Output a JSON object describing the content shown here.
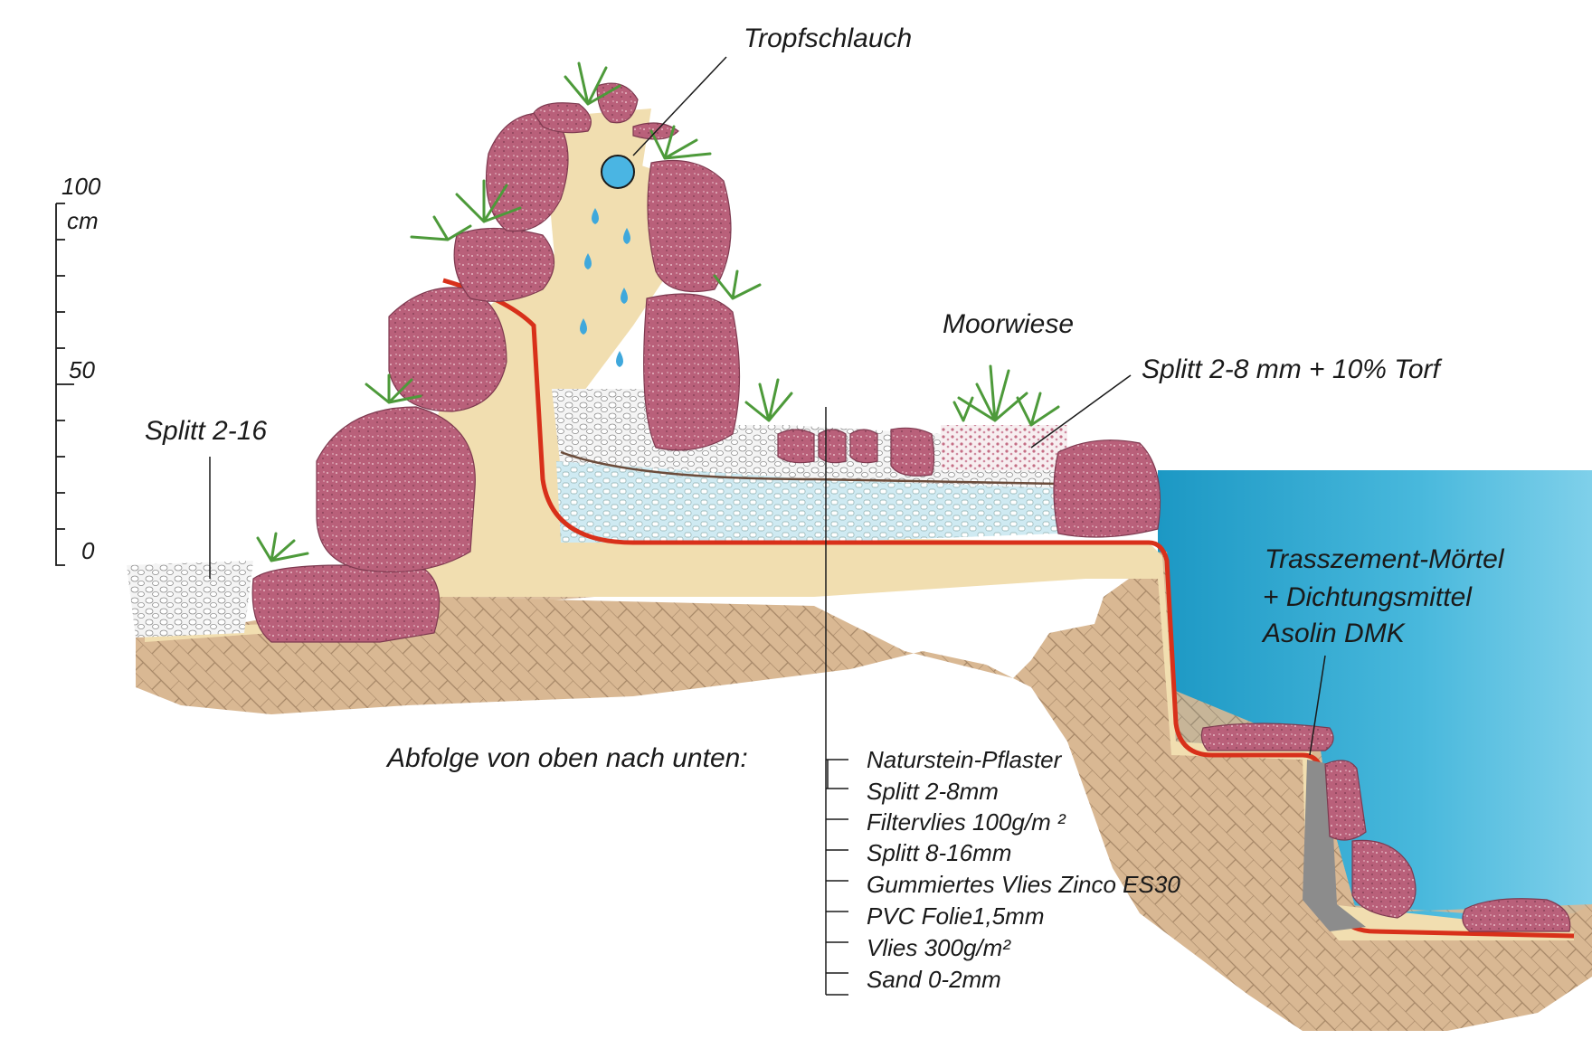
{
  "scale": {
    "top_label": "100",
    "unit": "cm",
    "mid_label": "50",
    "bottom_label": "0"
  },
  "labels": {
    "drip_hose": "Tropfschlauch",
    "bog_meadow": "Moorwiese",
    "grit_peat": "Splitt 2-8 mm + 10% Torf",
    "grit_left": "Splitt 2-16",
    "mortar_line1": "Trasszement-Mörtel",
    "mortar_line2": "+ Dichtungsmittel",
    "mortar_line3": "Asolin DMK"
  },
  "sequence": {
    "title": "Abfolge von oben nach unten:",
    "layers": [
      "Naturstein-Pflaster",
      "Splitt 2-8mm",
      "Filtervlies 100g/m ²",
      "Splitt 8-16mm",
      "Gummiertes Vlies Zinco ES30",
      "PVC Folie1,5mm",
      "Vlies 300g/m²",
      "Sand 0-2mm"
    ]
  },
  "colors": {
    "soil": "#d9b893",
    "sand": "#f1deb0",
    "stone": "#b9607a",
    "water": "#3fb1d6",
    "liner": "#d8301a",
    "gravel": "#e3e3e3"
  }
}
